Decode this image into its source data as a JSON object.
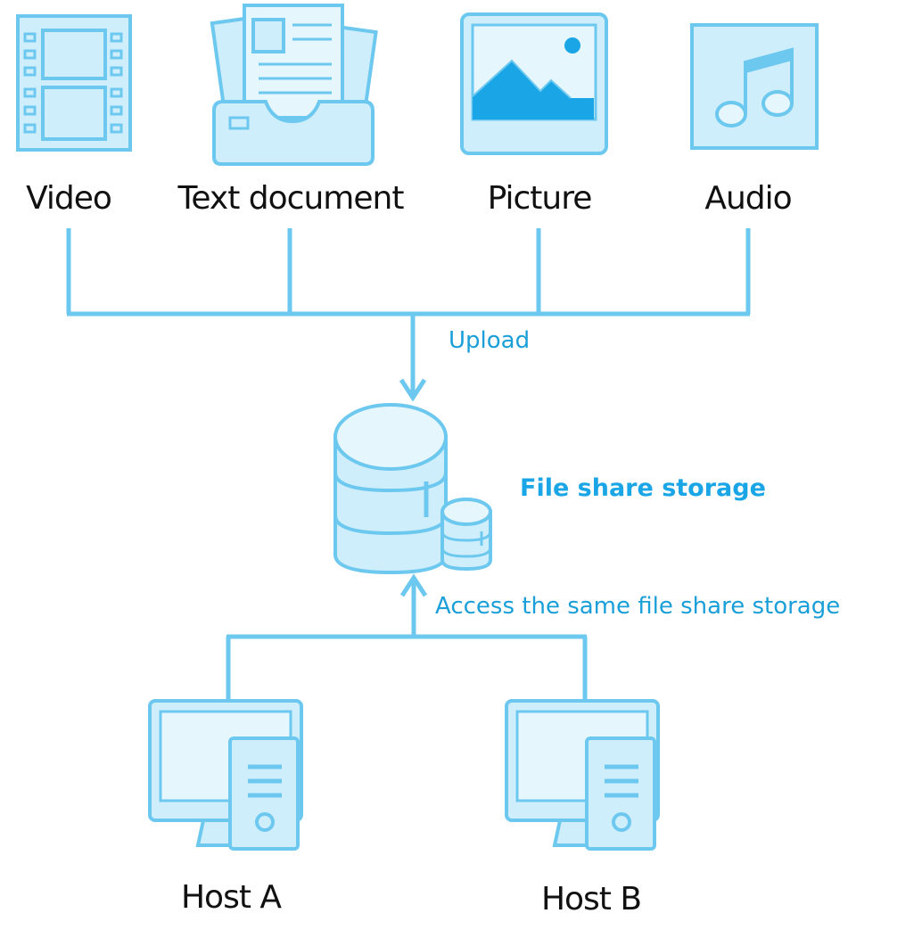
{
  "colors": {
    "line": "#6cc8ef",
    "icon_fill": "#cfeefc",
    "icon_stroke": "#6cc8ef",
    "accent": "#1aa6e6",
    "label_text": "#111111",
    "annotation_text": "#1a9fd8"
  },
  "sources": [
    {
      "label": "Video",
      "icon": "film-icon"
    },
    {
      "label": "Text document",
      "icon": "document-tray-icon"
    },
    {
      "label": "Picture",
      "icon": "picture-icon"
    },
    {
      "label": "Audio",
      "icon": "music-note-icon"
    }
  ],
  "upload_label": "Upload",
  "storage": {
    "label": "File share storage",
    "icon": "database-icon"
  },
  "access_label": "Access the same file share storage",
  "hosts": [
    {
      "label": "Host A",
      "icon": "computer-icon"
    },
    {
      "label": "Host B",
      "icon": "computer-icon"
    }
  ]
}
